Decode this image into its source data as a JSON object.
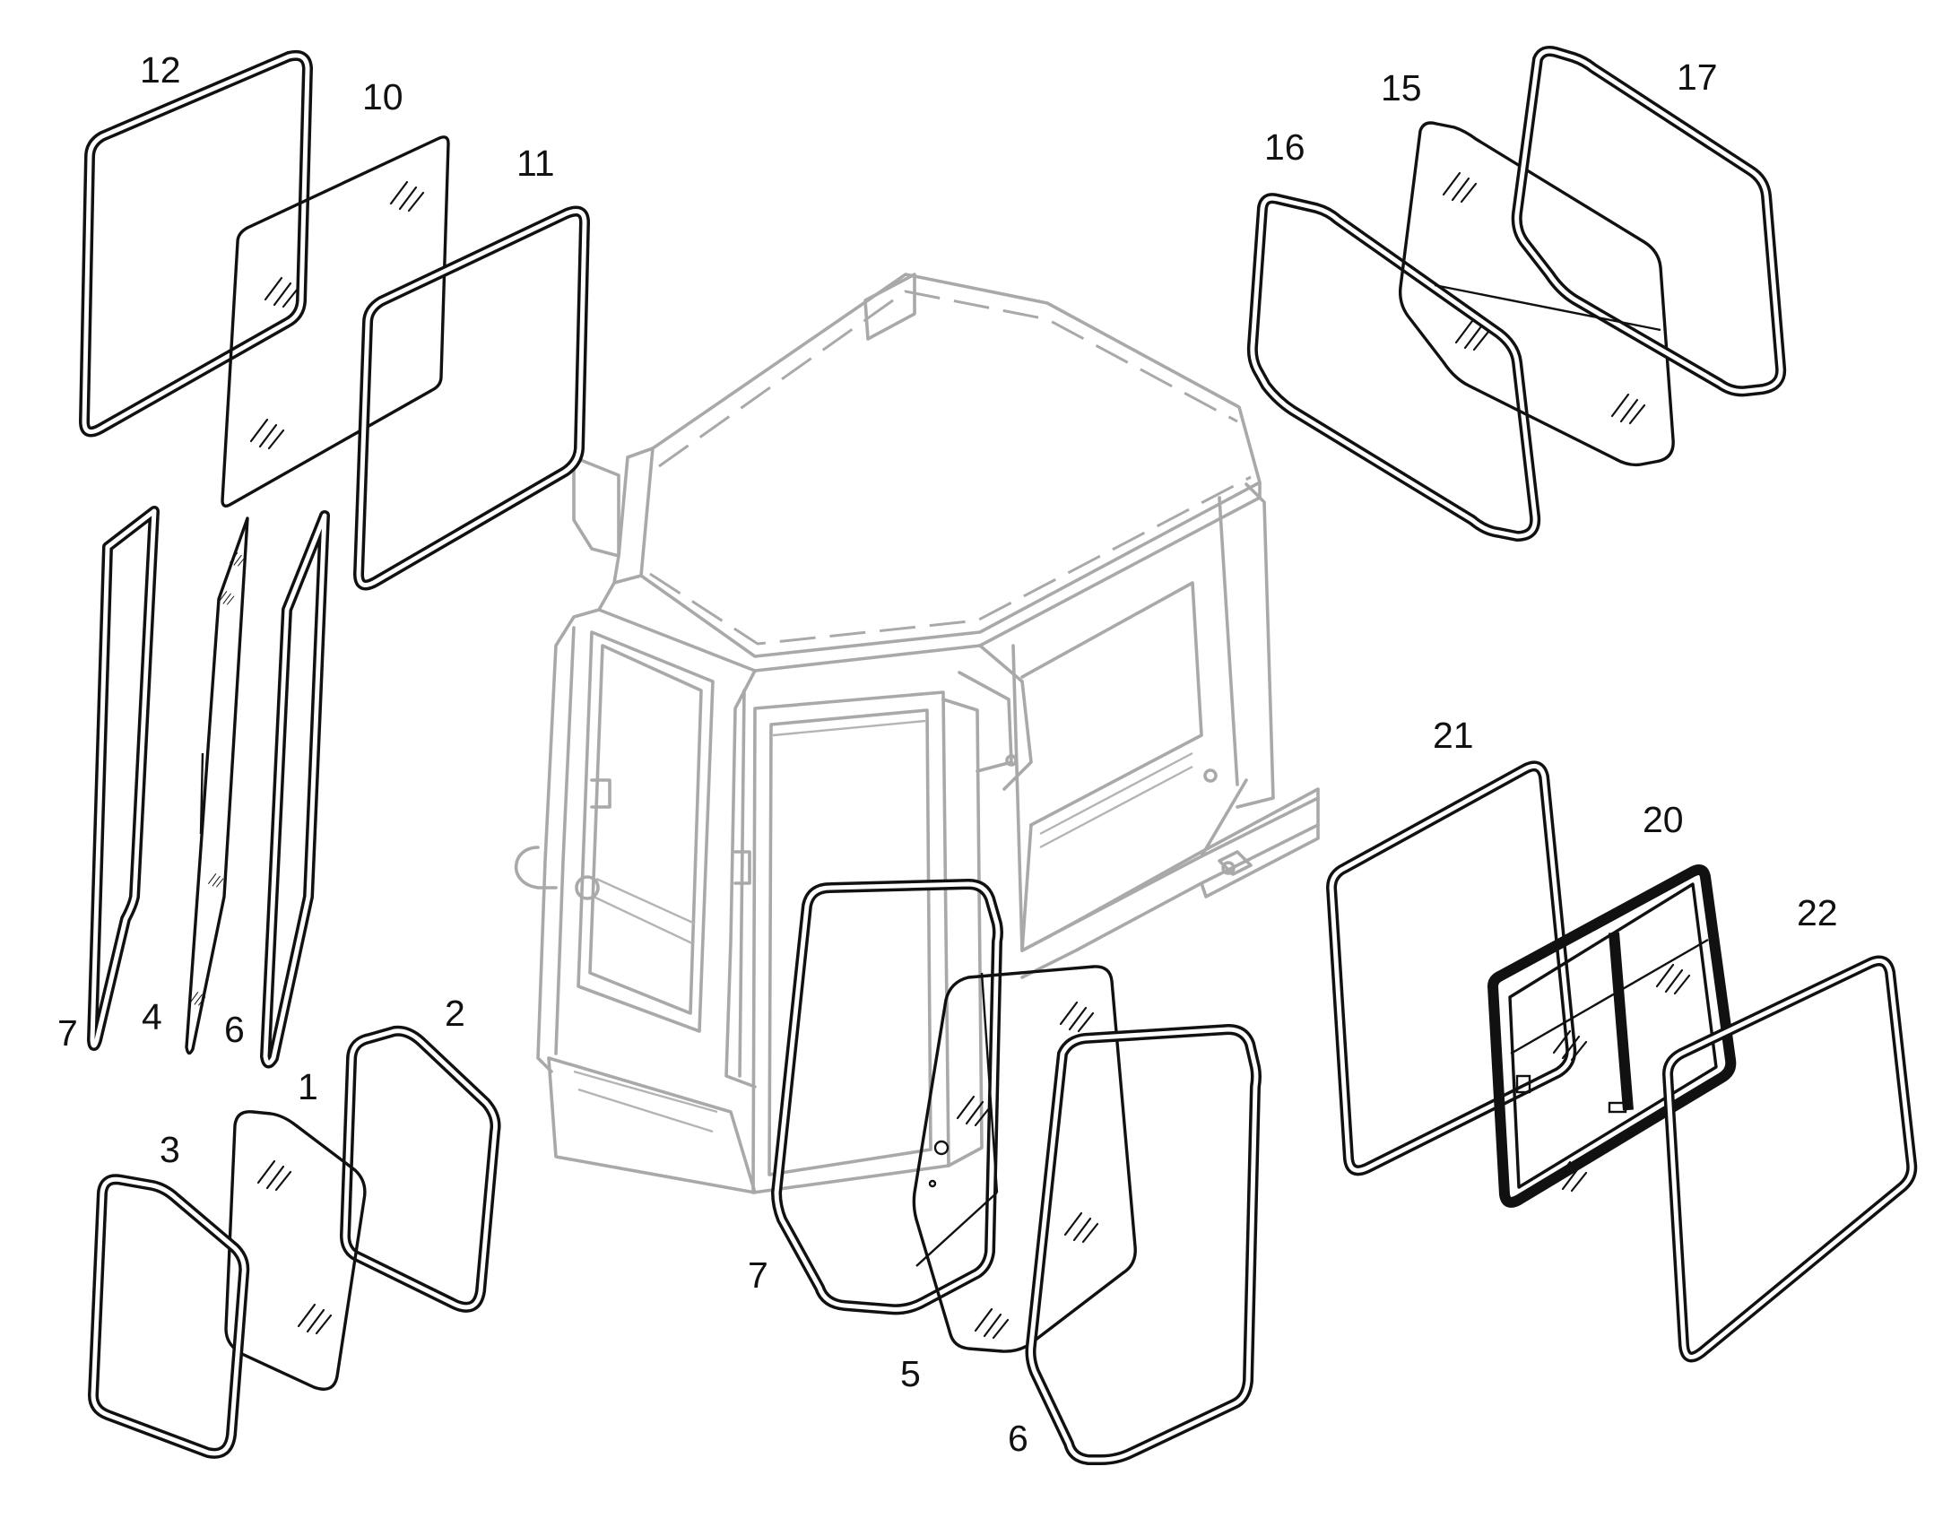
{
  "callouts": {
    "c12": "12",
    "c10": "10",
    "c11": "11",
    "c15": "15",
    "c16": "16",
    "c17": "17",
    "c7a": "7",
    "c4": "4",
    "c6a": "6",
    "c2": "2",
    "c1": "1",
    "c3": "3",
    "c21": "21",
    "c20": "20",
    "c22": "22",
    "c7b": "7",
    "c5": "5",
    "c6b": "6"
  },
  "colors": {
    "ink": "#111111",
    "cab_outline": "#a9a9a9",
    "background": "#ffffff"
  }
}
